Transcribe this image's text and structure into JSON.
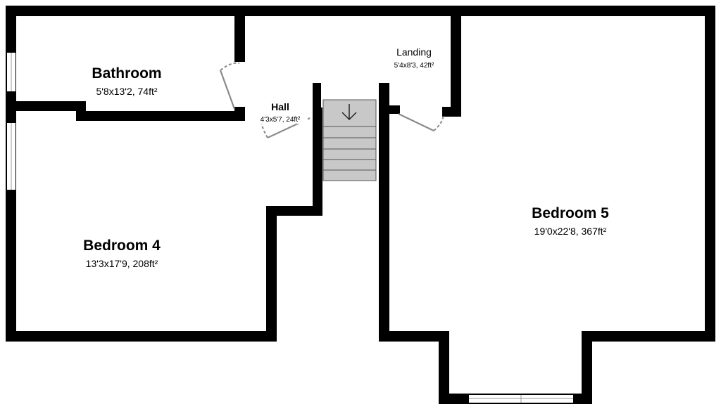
{
  "floorplan": {
    "rooms": [
      {
        "id": "bathroom",
        "name": "Bathroom",
        "dimensions": "5'8x13'2, 74ft²"
      },
      {
        "id": "hall",
        "name": "Hall",
        "dimensions": "4'3x5'7, 24ft²"
      },
      {
        "id": "landing",
        "name": "Landing",
        "dimensions": "5'4x8'3, 42ft²"
      },
      {
        "id": "bedroom4",
        "name": "Bedroom 4",
        "dimensions": "13'3x17'9, 208ft²"
      },
      {
        "id": "bedroom5",
        "name": "Bedroom 5",
        "dimensions": "19'0x22'8, 367ft²"
      }
    ],
    "stairs": {
      "direction_icon": "down-arrow-icon"
    },
    "colors": {
      "wall": "#000000",
      "stairs": "#c8c8c8",
      "door": "#8a8a8a"
    }
  }
}
